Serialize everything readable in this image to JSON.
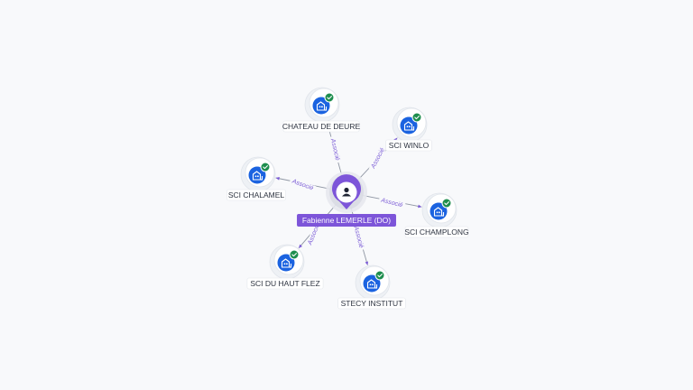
{
  "colors": {
    "person_accent": "#7d55d9",
    "company_icon_blue": "#1b63e0",
    "check_green": "#1e8e4e",
    "edge_label": "#7b5cd6"
  },
  "center": {
    "label": "Fabienne LEMERLE (DO)",
    "icon": "person-icon"
  },
  "nodes": [
    {
      "id": "chateau-de-deure",
      "label": "CHATEAU DE DEURE",
      "edge_label": "Associé",
      "icon": "company-building-icon",
      "verified": true
    },
    {
      "id": "sci-winlo",
      "label": "SCI WINLO",
      "edge_label": "Associé",
      "icon": "company-building-icon",
      "verified": true
    },
    {
      "id": "sci-chalamel",
      "label": "SCI CHALAMEL",
      "edge_label": "Associé",
      "icon": "company-building-icon",
      "verified": true
    },
    {
      "id": "sci-champlong",
      "label": "SCI CHAMPLONG",
      "edge_label": "Associé",
      "icon": "company-building-icon",
      "verified": true
    },
    {
      "id": "sci-du-haut-flez",
      "label": "SCI DU HAUT FLEZ",
      "edge_label": "Associé",
      "icon": "company-building-icon",
      "verified": true
    },
    {
      "id": "stecy-institut",
      "label": "STECY INSTITUT",
      "edge_label": "Associé",
      "icon": "company-building-icon",
      "verified": true
    }
  ]
}
